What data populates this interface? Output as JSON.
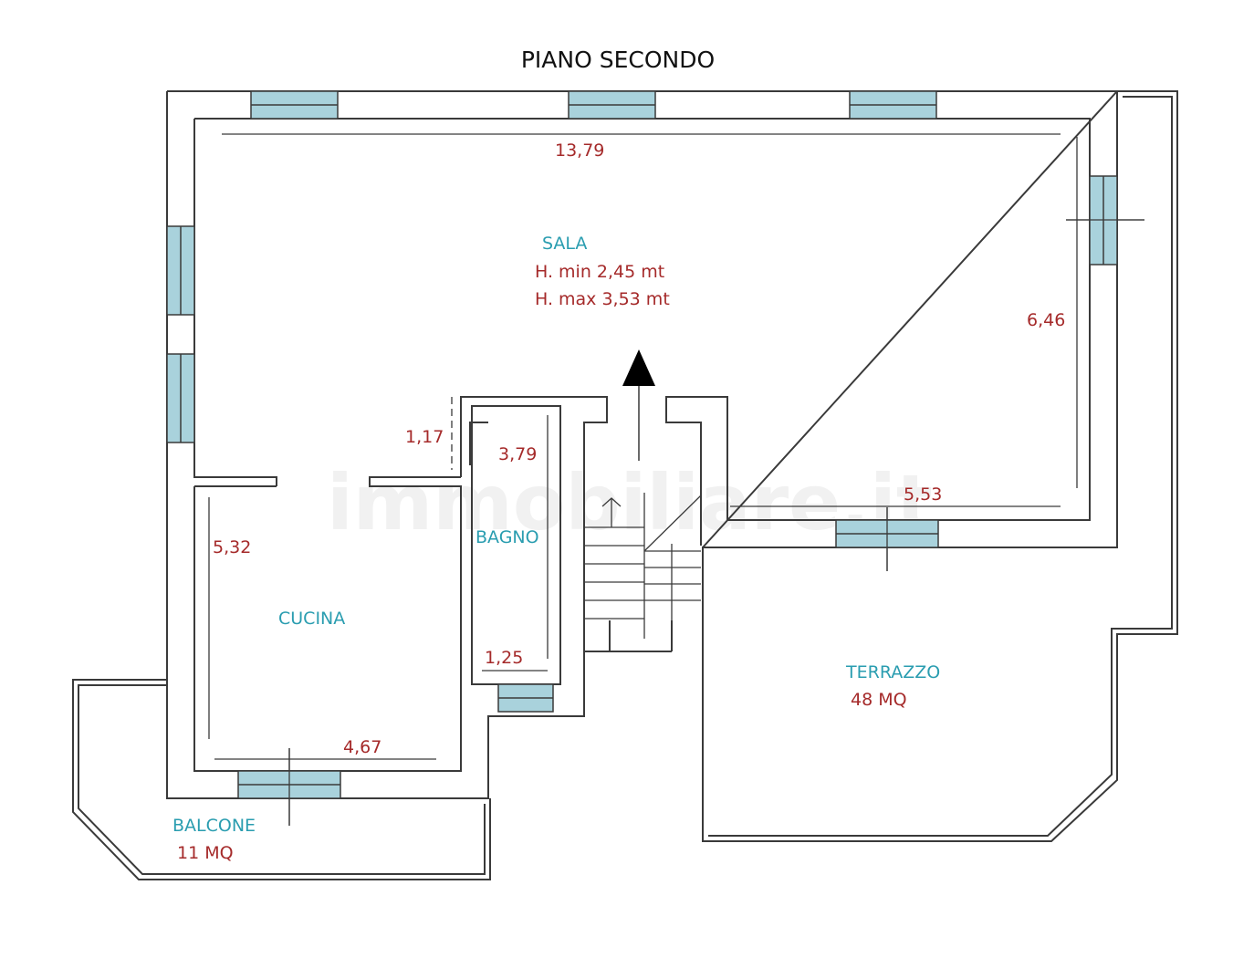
{
  "title": "PIANO SECONDO",
  "rooms": {
    "sala": {
      "name": "SALA",
      "h_min": "H. min 2,45 mt",
      "h_max": "H. max 3,53 mt"
    },
    "bagno": {
      "name": "BAGNO"
    },
    "cucina": {
      "name": "CUCINA"
    },
    "terrazzo": {
      "name": "TERRAZZO",
      "area": "48 MQ"
    },
    "balcone": {
      "name": "BALCONE",
      "area": "11 MQ"
    }
  },
  "dimensions": {
    "sala_width": "13,79",
    "sala_depth": "6,46",
    "sala_bottom": "5,53",
    "passage": "1,17",
    "bagno_length": "3,79",
    "bagno_width": "1,25",
    "cucina_depth": "5,32",
    "cucina_width": "4,67"
  },
  "watermark": "immobiliare.it",
  "colors": {
    "wall": "#3a3a3a",
    "window_fill": "#a9d2dc",
    "room_label": "#2a9db0",
    "dimension_label": "#a52a2a",
    "title": "#111111",
    "north_arrow": "#000000"
  }
}
